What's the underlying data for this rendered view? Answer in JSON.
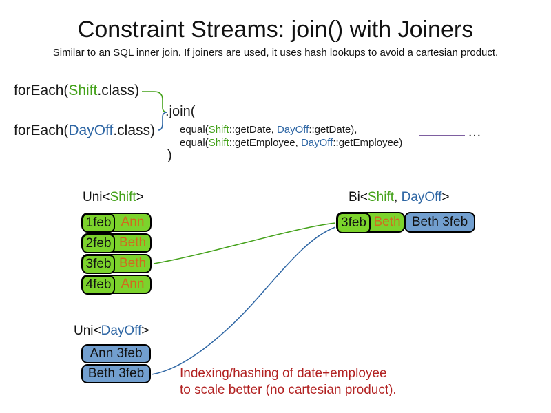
{
  "slide": {
    "title": "Constraint Streams: join() with Joiners",
    "subtitle": "Similar to an SQL inner join. If joiners are used, it uses hash lookups to avoid a cartesian product."
  },
  "colors": {
    "shift_green_text": "#43A119",
    "dayoff_blue_text": "#2E66A4",
    "employee_orange_text": "#D2691E",
    "note_red_text": "#B22222",
    "joiner_purple_line": "#7E5FA0",
    "shift_box_fill": "#7CD32C",
    "dayoff_box_fill": "#729FCF"
  },
  "code": {
    "foreach_shift": {
      "prefix": "forEach(",
      "class_name": "Shift",
      "suffix": ".class)"
    },
    "foreach_dayoff": {
      "prefix": "forEach(",
      "class_name": "DayOff",
      "suffix": ".class)"
    },
    "join_open": ".join(",
    "joiner_date": {
      "prefix": "equal(",
      "class1": "Shift",
      "mid": "::getDate, ",
      "class2": "DayOff",
      "suffix": "::getDate),"
    },
    "joiner_employee": {
      "prefix": "equal(",
      "class1": "Shift",
      "mid": "::getEmployee, ",
      "class2": "DayOff",
      "suffix": "::getEmployee)"
    },
    "join_close": ")",
    "ellipsis": "…"
  },
  "uni_shift": {
    "label": {
      "prefix": "Uni<",
      "class_name": "Shift",
      "suffix": ">"
    },
    "rows": [
      {
        "date": "1feb",
        "employee": "Ann"
      },
      {
        "date": "2feb",
        "employee": "Beth"
      },
      {
        "date": "3feb",
        "employee": "Beth"
      },
      {
        "date": "4feb",
        "employee": "Ann"
      }
    ]
  },
  "uni_dayoff": {
    "label": {
      "prefix": "Uni<",
      "class_name": "DayOff",
      "suffix": ">"
    },
    "rows": [
      {
        "text": "Ann 3feb"
      },
      {
        "text": "Beth 3feb"
      }
    ]
  },
  "bi_result": {
    "label": {
      "prefix": "Bi<",
      "class1": "Shift",
      "separator": ", ",
      "class2": "DayOff",
      "suffix": ">"
    },
    "row": {
      "shift_date": "3feb",
      "shift_employee": "Beth",
      "dayoff": "Beth 3feb"
    }
  },
  "note": {
    "line1": "Indexing/hashing of date+employee",
    "line2": "to scale better (no cartesian product)."
  }
}
